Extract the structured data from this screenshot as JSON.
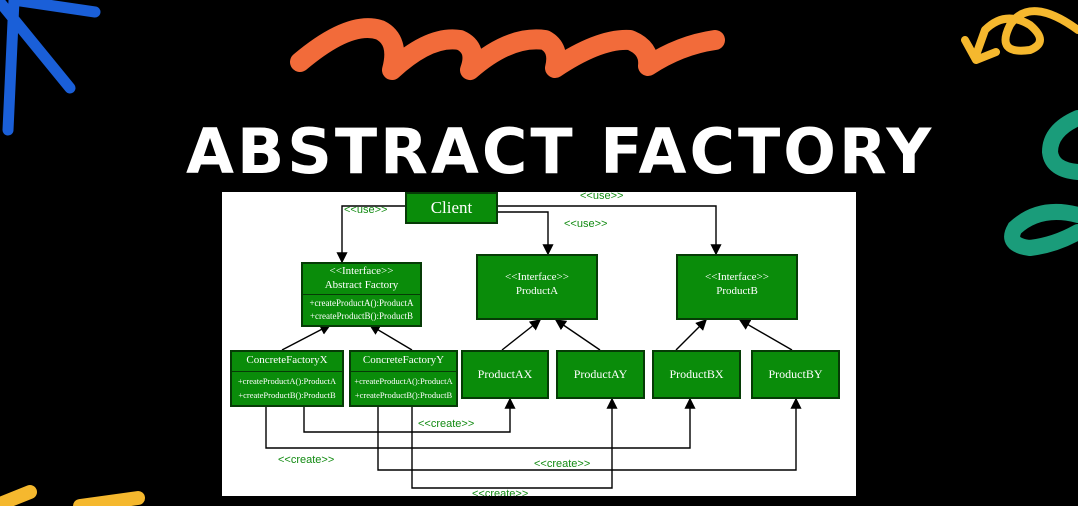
{
  "title": "ABSTRACT FACTORY",
  "colors": {
    "background": "#000000",
    "box_fill": "#0a8c0a",
    "box_border": "#063b06",
    "label": "#118a11",
    "orange": "#f26b3a",
    "blue": "#1a5fd8",
    "yellow": "#f5b82e",
    "teal": "#1a9c7a"
  },
  "diagram": {
    "client": "Client",
    "abstract_factory": {
      "stereotype": "<<Interface>>",
      "name": "Abstract Factory",
      "ops": [
        "+createProductA():ProductA",
        "+createProductB():ProductB"
      ]
    },
    "product_a": {
      "stereotype": "<<Interface>>",
      "name": "ProductA"
    },
    "product_b": {
      "stereotype": "<<Interface>>",
      "name": "ProductB"
    },
    "factory_x": {
      "name": "ConcreteFactoryX",
      "ops": [
        "+createProductA():ProductA",
        "+createProductB():ProductB"
      ]
    },
    "factory_y": {
      "name": "ConcreteFactoryY",
      "ops": [
        "+createProductA():ProductA",
        "+createProductB():ProductB"
      ]
    },
    "products": [
      "ProductAX",
      "ProductAY",
      "ProductBX",
      "ProductBY"
    ],
    "labels": {
      "use": "<<use>>",
      "create": "<<create>>"
    }
  }
}
